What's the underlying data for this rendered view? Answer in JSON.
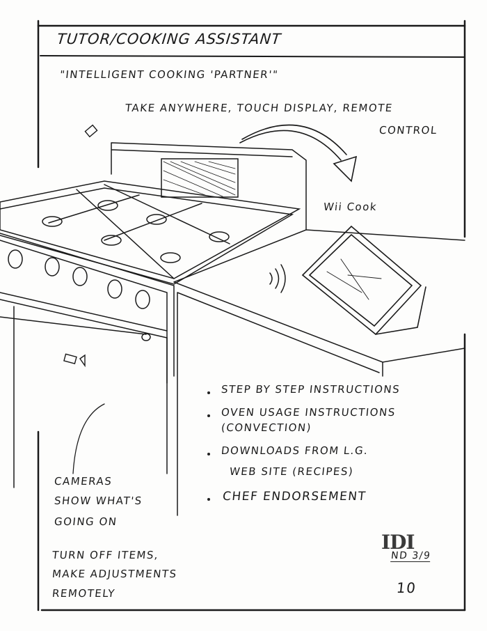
{
  "title": "Tutor/Cooking Assistant",
  "subtitle": "\"Intelligent Cooking 'Partner'\"",
  "features_line1": "Take anywhere, touch display, remote",
  "features_line2": "control",
  "device_name": "Wii Cook",
  "bullets": [
    {
      "line1": "Step by step instructions",
      "line2": ""
    },
    {
      "line1": "Oven usage instructions",
      "line2": "(convection)"
    },
    {
      "line1": "Downloads from L.G.",
      "line2": "web site (recipes)"
    },
    {
      "line1": "Chef endorsement",
      "line2": ""
    }
  ],
  "cameras_note": [
    "Cameras",
    "show what's",
    "going on"
  ],
  "remote_note": [
    "Turn off items,",
    "make adjustments",
    "remotely"
  ],
  "logo": "IDI",
  "signature": "ND 3/9",
  "page_number": "10"
}
